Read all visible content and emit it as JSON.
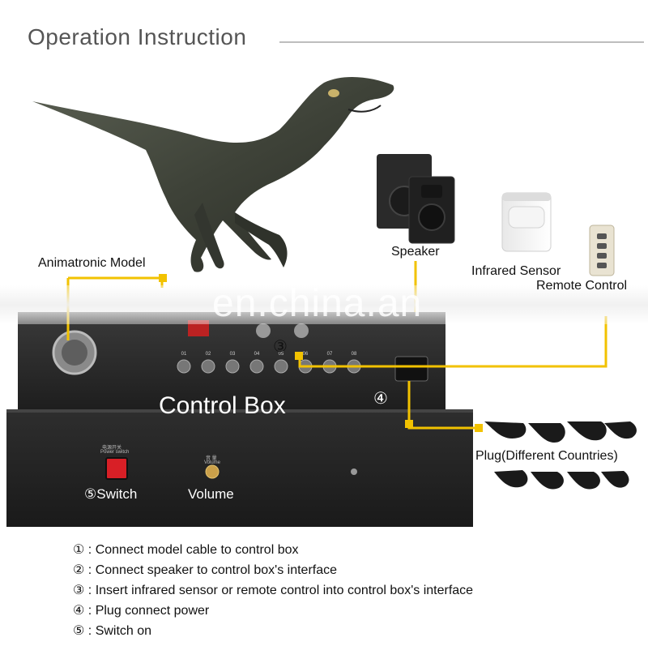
{
  "title": "Operation Instruction",
  "labels": {
    "model": "Animatronic Model",
    "speaker": "Speaker",
    "sensor": "Infrared Sensor",
    "remote": "Remote Control",
    "control_box": "Control Box",
    "plug": "Plug(Different Countries)",
    "switch": "Switch",
    "volume": "Volume"
  },
  "markers": {
    "m3": "③",
    "m4": "④",
    "m5": "⑤"
  },
  "panel_text": {
    "power_cn": "电源开关",
    "power_en": "Power switch",
    "volume_cn": "音 量",
    "volume_en": "Volume",
    "sockets": [
      "01",
      "02",
      "03",
      "04",
      "05",
      "06",
      "07",
      "08"
    ]
  },
  "watermark": "en.china.an",
  "steps": [
    {
      "num": "①",
      "text": ": Connect model cable to control box"
    },
    {
      "num": "②",
      "text": ": Connect speaker to control box's interface"
    },
    {
      "num": "③",
      "text": ": Insert infrared sensor or remote control into control box's interface"
    },
    {
      "num": "④",
      "text": ": Plug connect power"
    },
    {
      "num": "⑤",
      "text": ": Switch on"
    }
  ],
  "colors": {
    "cable": "#f2c200",
    "box": "#2b2b2b",
    "panel": "#1f1f1f",
    "switch_red": "#d81f26"
  }
}
